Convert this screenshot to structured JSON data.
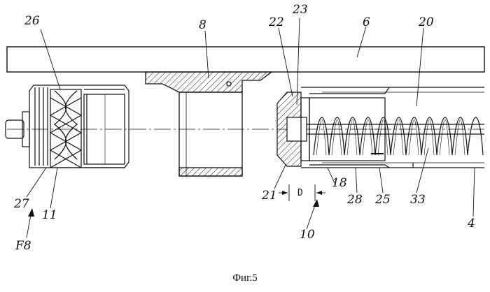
{
  "labels": {
    "l26": "26",
    "l8": "8",
    "l22": "22",
    "l23": "23",
    "l6": "6",
    "l20": "20",
    "l27": "27",
    "l11": "11",
    "l21": "21",
    "l18": "18",
    "l28": "28",
    "l25": "25",
    "l33": "33",
    "l10": "10",
    "l4": "4",
    "lF8": "F8"
  },
  "dimension": "D",
  "caption": "Фиг.5",
  "colors": {
    "ink": "#111111",
    "paper": "#ffffff"
  }
}
